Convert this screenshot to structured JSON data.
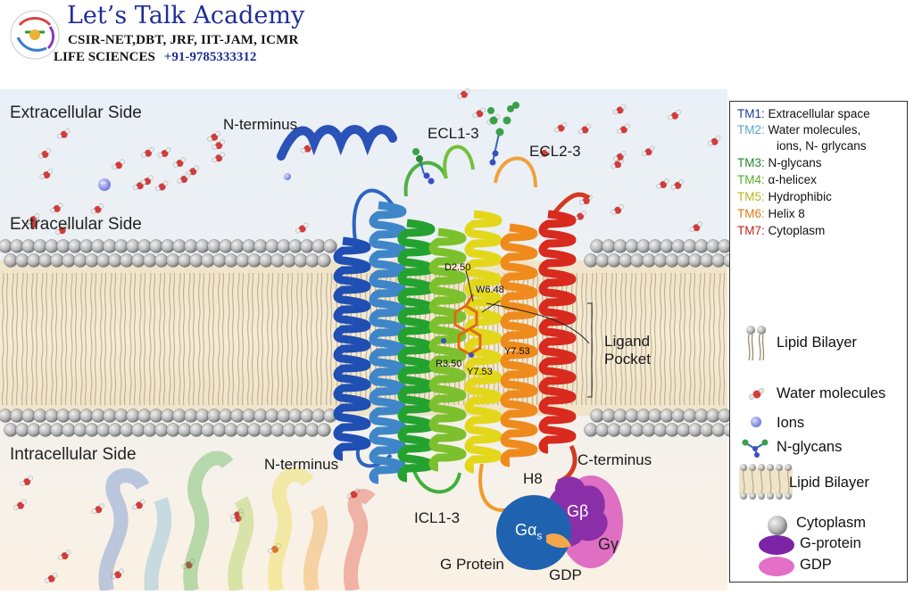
{
  "header": {
    "title": "Let’s Talk Academy",
    "subtitle1": "CSIR-NET,DBT, JRF, IIT-JAM, ICMR",
    "subtitle2": "LIFE SCIENCES",
    "phone": "+91-9785333312"
  },
  "diagram": {
    "extracellular_top": "Extracellular Side",
    "extracellular_mid": "Extracellular Side",
    "intracellular": "Intracellular Side",
    "n_terminus_top": "N-terminus",
    "n_terminus_bottom": "N-terminus",
    "ecl1": "ECL1-3",
    "ecl2": "ECL2-3",
    "icl": "ICL1-3",
    "c_terminus": "C-terminus",
    "h8": "H8",
    "g_protein": "G Protein",
    "gdp": "GDP",
    "g_alpha": "Gα",
    "g_alpha_sub": "s",
    "g_beta": "Gβ",
    "g_gamma": "Gγ",
    "ion_charge": "–",
    "ligand_pocket_line1": "Ligand",
    "ligand_pocket_line2": "Pocket",
    "residues": {
      "d250": "D2.50",
      "w648": "W6.48",
      "y753a": "Y7.53",
      "r350": "R3.50",
      "y753b": "Y7.53"
    }
  },
  "legend": {
    "tm_items": [
      {
        "tm": "TM1:",
        "desc": "Extracellular space",
        "color": "#1f3a9e"
      },
      {
        "tm": "TM2:",
        "desc": "Water molecules,",
        "desc2": "ions, N- grlycans",
        "color": "#5aa5c9"
      },
      {
        "tm": "TM3:",
        "desc": "N-glycans",
        "color": "#1f8a2a"
      },
      {
        "tm": "TM4:",
        "desc": "α-helicex",
        "color": "#58b02c"
      },
      {
        "tm": "TM5:",
        "desc": "Hydrophibic",
        "color": "#b7b51d"
      },
      {
        "tm": "TM6:",
        "desc": "Helix 8",
        "color": "#de7a17"
      },
      {
        "tm": "TM7:",
        "desc": "Cytoplasm",
        "color": "#c3201b"
      }
    ],
    "key_items": [
      {
        "label": "Lipid Bilayer",
        "icon": "lipid-pair-icon"
      },
      {
        "label": "Water molecules",
        "icon": "water-molecule-icon"
      },
      {
        "label": "Ions",
        "icon": "ion-icon"
      },
      {
        "label": "N-glycans",
        "icon": "glycan-icon"
      },
      {
        "label": "Lipid Bilayer",
        "icon": "bilayer-strip-icon"
      },
      {
        "label": "Cytoplasm",
        "icon": "sphere-icon"
      },
      {
        "label": "G-protein",
        "icon": "purple-ellipse-icon"
      },
      {
        "label": "GDP",
        "icon": "pink-ellipse-icon"
      }
    ]
  },
  "colors": {
    "tm1": "#1f4fb3",
    "tm2": "#5aa5c9",
    "tm3": "#24a22f",
    "tm4": "#7cc12d",
    "tm5": "#e3d71c",
    "tm6": "#ef8b1d",
    "tm7": "#d82a1e",
    "g_alpha": "#1f63b0",
    "g_beta": "#8a2fa8",
    "g_gamma": "#e37ac8",
    "brand": "#1e2f97"
  }
}
